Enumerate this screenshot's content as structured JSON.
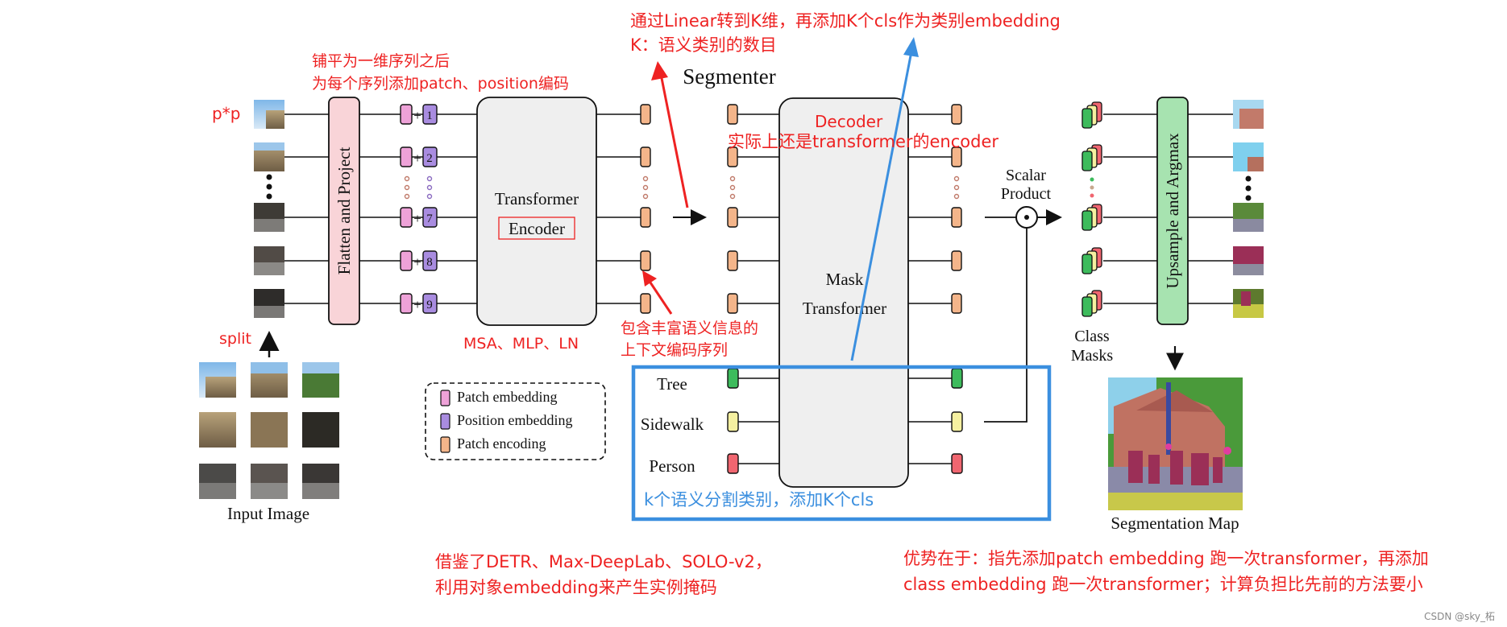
{
  "diagram": {
    "title": "Segmenter",
    "input_image_label": "Input Image",
    "split_label": "split",
    "pp_label": "p*p",
    "flatten_label": "Flatten and Project",
    "encoder_title": "Transformer",
    "encoder_subtitle": "Encoder",
    "mask_transformer_line1": "Mask",
    "mask_transformer_line2": "Transformer",
    "decoder_label": "Decoder",
    "scalar_product_line1": "Scalar",
    "scalar_product_line2": "Product",
    "upsample_label": "Upsample and Argmax",
    "class_masks_line1": "Class",
    "class_masks_line2": "Masks",
    "segmentation_map_label": "Segmentation Map",
    "position_numbers": [
      "1",
      "2",
      "7",
      "8",
      "9"
    ],
    "plus_sign": "+",
    "class_names": [
      "Tree",
      "Sidewalk",
      "Person"
    ],
    "legend": {
      "patch_embedding": "Patch embedding",
      "position_embedding": "Position embedding",
      "patch_encoding": "Patch encoding"
    },
    "colors": {
      "flatten_fill": "#f9d4d8",
      "patch_embed": "#eea2d8",
      "position_embed": "#a98ce0",
      "patch_encode": "#f4b58a",
      "tree": "#3dbb5c",
      "sidewalk": "#f5f0a0",
      "person": "#f06670",
      "upsample_fill": "#a7e3b0",
      "annotation_red": "#ee2222",
      "annotation_blue": "#3b8fdf"
    }
  },
  "annotations": {
    "flatten_note_line1": "铺平为一维序列之后",
    "flatten_note_line2": "为每个序列添加patch、position编码",
    "linear_note_line1": "通过Linear转到K维，再添加K个cls作为类别embedding",
    "linear_note_line2": "K：语义类别的数目",
    "decoder_note": "实际上还是transformer的encoder",
    "encoder_components": "MSA、MLP、LN",
    "context_note_line1": "包含丰富语义信息的",
    "context_note_line2": "上下文编码序列",
    "cls_note": "k个语义分割类别，添加K个cls",
    "detr_note_line1": "借鉴了DETR、Max-DeepLab、SOLO-v2，",
    "detr_note_line2": "利用对象embedding来产生实例掩码",
    "advantage_line1": "优势在于：指先添加patch embedding 跑一次transformer，再添加",
    "advantage_line2": "class embedding 跑一次transformer；计算负担比先前的方法要小"
  },
  "watermark": "CSDN @sky_柘"
}
